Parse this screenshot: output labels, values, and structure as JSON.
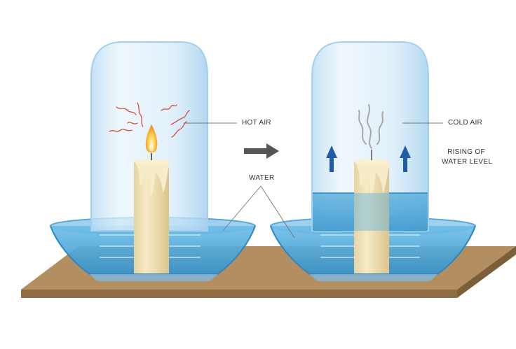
{
  "labels": {
    "hot_air": "HOT AIR",
    "cold_air": "COLD AIR",
    "water": "WATER",
    "rising_line1": "RISING OF",
    "rising_line2": "WATER LEVEL"
  },
  "colors": {
    "table": "#b38e61",
    "table_edge": "#8f6e45",
    "water": "#4aa6d8",
    "water_light": "#8fcbec",
    "jar": "#cfe7f7",
    "candle": "#efe0b2",
    "flame": "#f6a623",
    "heat_lines": "#d84b3b",
    "smoke": "#a8a8a8",
    "arrow_up": "#1f5da8",
    "arrow_right": "#555555",
    "leader": "#777777"
  },
  "icons": {
    "arrow_right": "arrow-right-icon",
    "arrow_up": "arrow-up-icon",
    "flame": "flame-icon",
    "smoke": "smoke-icon",
    "heat": "heat-lines-icon"
  }
}
